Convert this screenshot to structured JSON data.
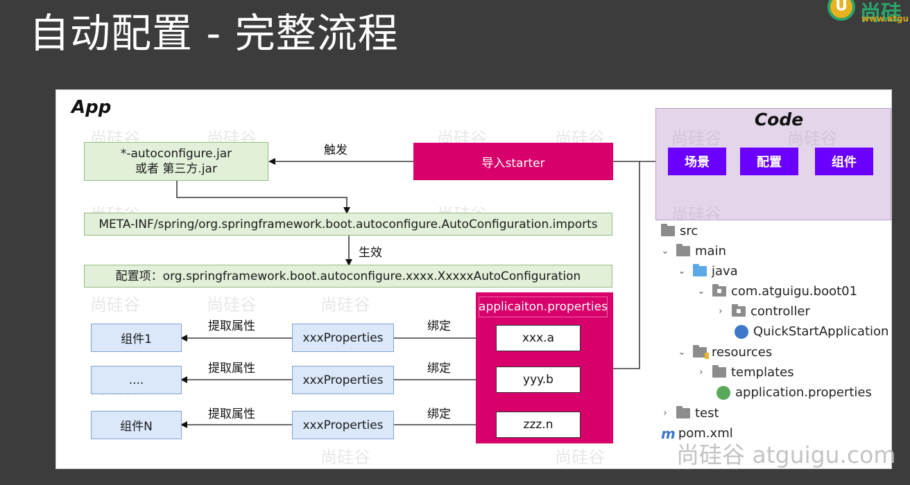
{
  "slide": {
    "title": "自动配置 - 完整流程",
    "logo_text": "尚硅",
    "logo_mark": "U",
    "logo_url": "www.atgu"
  },
  "app": {
    "label": "App",
    "jar_box_line1": "*-autoconfigure.jar",
    "jar_box_line2": "或者  第三方.jar",
    "trigger_label": "触发",
    "starter_box": "导入starter",
    "imports_box": "META-INF/spring/org.springframework.boot.autoconfigure.AutoConfiguration.imports",
    "effect_label": "生效",
    "config_box": "配置项：org.springframework.boot.autoconfigure.xxxx.XxxxxAutoConfiguration",
    "properties_title": "applicaiton.properties",
    "rows": [
      {
        "component": "组件1",
        "extract_label": "提取属性",
        "props": "xxxProperties",
        "bind_label": "绑定",
        "key": "xxx.a"
      },
      {
        "component": "....",
        "extract_label": "提取属性",
        "props": "xxxProperties",
        "bind_label": "绑定",
        "key": "yyy.b"
      },
      {
        "component": "组件N",
        "extract_label": "提取属性",
        "props": "xxxProperties",
        "bind_label": "绑定",
        "key": "zzz.n"
      }
    ]
  },
  "code": {
    "title": "Code",
    "buttons": [
      "场景",
      "配置",
      "组件"
    ],
    "tree": [
      {
        "label": "src",
        "chevron": "",
        "icon": "folder",
        "depth": 0
      },
      {
        "label": "main",
        "chevron": "v",
        "icon": "folder",
        "depth": 0
      },
      {
        "label": "java",
        "chevron": "v",
        "icon": "folder-blue",
        "depth": 1
      },
      {
        "label": "com.atguigu.boot01",
        "chevron": "v",
        "icon": "package",
        "depth": 2
      },
      {
        "label": "controller",
        "chevron": ">",
        "icon": "package",
        "depth": 3
      },
      {
        "label": "QuickStartApplication",
        "chevron": "",
        "icon": "spring-java",
        "depth": 3
      },
      {
        "label": "resources",
        "chevron": "v",
        "icon": "folder-resources",
        "depth": 1
      },
      {
        "label": "templates",
        "chevron": ">",
        "icon": "folder",
        "depth": 2
      },
      {
        "label": "application.properties",
        "chevron": "",
        "icon": "spring-leaf",
        "depth": 2
      },
      {
        "label": "test",
        "chevron": ">",
        "icon": "folder",
        "depth": 0
      },
      {
        "label": "pom.xml",
        "chevron": "",
        "icon": "maven",
        "depth": 0
      }
    ]
  },
  "watermark": {
    "text": "尚硅谷 atguigu.com",
    "tile": "尚硅谷"
  }
}
